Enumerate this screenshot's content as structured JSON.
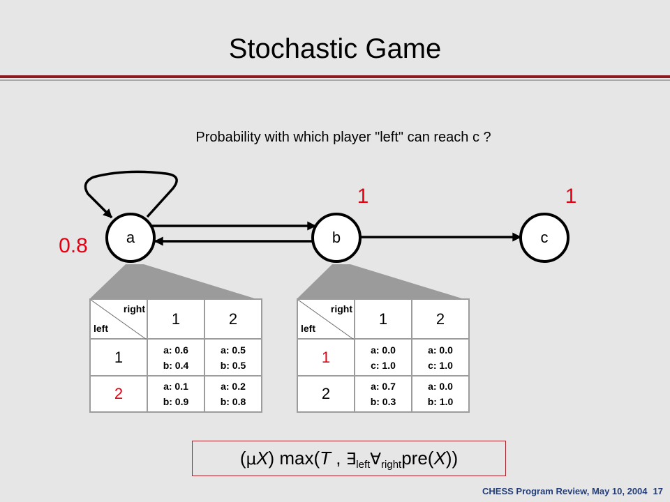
{
  "slide": {
    "title": "Stochastic Game",
    "question": "Probability with which player \"left\" can reach c ?",
    "footer_text": "CHESS Program Review, May 10, 2004",
    "page_number": "17"
  },
  "graph": {
    "nodes": [
      {
        "label": "a",
        "value": "0.8"
      },
      {
        "label": "b",
        "value": "1"
      },
      {
        "label": "c",
        "value": "1"
      }
    ]
  },
  "tables": [
    {
      "corner_top": "right",
      "corner_bottom": "left",
      "columns": [
        "1",
        "2"
      ],
      "rows": [
        {
          "label": "1",
          "cells": [
            [
              "a: 0.6",
              "b: 0.4"
            ],
            [
              "a: 0.5",
              "b: 0.5"
            ]
          ]
        },
        {
          "label": "2",
          "cells": [
            [
              "a: 0.1",
              "b: 0.9"
            ],
            [
              "a: 0.2",
              "b: 0.8"
            ]
          ]
        }
      ]
    },
    {
      "corner_top": "right",
      "corner_bottom": "left",
      "columns": [
        "1",
        "2"
      ],
      "rows": [
        {
          "label": "1",
          "cells": [
            [
              "a: 0.0",
              "c: 1.0"
            ],
            [
              "a: 0.0",
              "c: 1.0"
            ]
          ]
        },
        {
          "label": "2",
          "cells": [
            [
              "a: 0.7",
              "b: 0.3"
            ],
            [
              "a: 0.0",
              "b: 1.0"
            ]
          ]
        }
      ]
    }
  ],
  "formula": {
    "open": "(",
    "mu": "μ",
    "var": "X",
    "mid": ") max(",
    "target": "T",
    "comma": " , ",
    "exists": "∃",
    "exists_sub": "left",
    "forall": "∀",
    "forall_sub": "right",
    "pre": "pre(",
    "var2": "X",
    "close": "))"
  },
  "colors": {
    "background": "#e6e6e6",
    "title_rule": "#8e1b20",
    "highlight_red": "#e60012",
    "fan_gray": "#9b9b9b",
    "footer_blue": "#233d78"
  }
}
